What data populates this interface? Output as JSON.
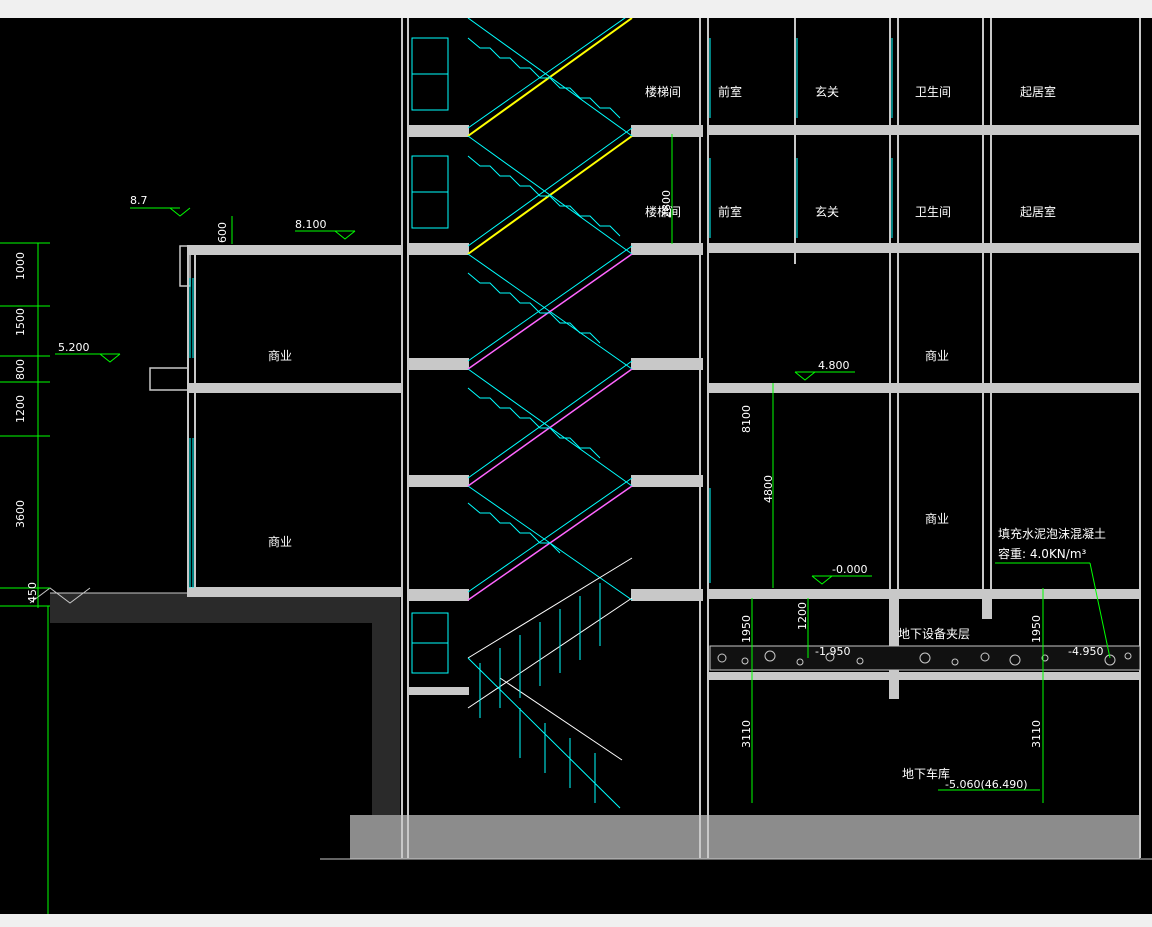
{
  "rooms": {
    "stair_upper": "楼梯间",
    "stair_middle": "楼梯间",
    "foyer_upper": "前室",
    "foyer_middle": "前室",
    "entry_upper": "玄关",
    "entry_middle": "玄关",
    "bath_upper": "卫生间",
    "bath_middle": "卫生间",
    "living_upper": "起居室",
    "living_middle": "起居室",
    "commercial_left_upper": "商业",
    "commercial_left_lower": "商业",
    "commercial_right_upper": "商业",
    "commercial_right_lower": "商业",
    "mech_mezzanine": "地下设备夹层",
    "garage": "地下车库"
  },
  "levels": {
    "parapet": "8.7",
    "roof": "8.100",
    "left_mid": "5.200",
    "right_mid": "4.800",
    "ground": "-0.000",
    "mezz_left": "-1.950",
    "mezz_right": "-4.950",
    "garage": "-5.060(46.490)"
  },
  "dimensions": {
    "d_600": "600",
    "d_2800": "2800",
    "d_1000": "1000",
    "d_1500": "1500",
    "d_800": "800",
    "d_1200_left": "1200",
    "d_3600": "3600",
    "d_450": "450",
    "d_8100": "8100",
    "d_4800": "4800",
    "d_1950_left": "1950",
    "d_1200_mid": "1200",
    "d_1950_right": "1950",
    "d_3110_left": "3110",
    "d_3110_right": "3110"
  },
  "notes": {
    "fill_line1": "填充水泥泡沫混凝土",
    "fill_line2": "容重: 4.0KN/m³"
  },
  "colors": {
    "background": "#000000",
    "wall": "#c8c8c8",
    "stair_cyan": "#00ffff",
    "dimension_green": "#00ff00",
    "highlight_yellow": "#ffff00",
    "slab_magenta": "#ff00ff"
  }
}
